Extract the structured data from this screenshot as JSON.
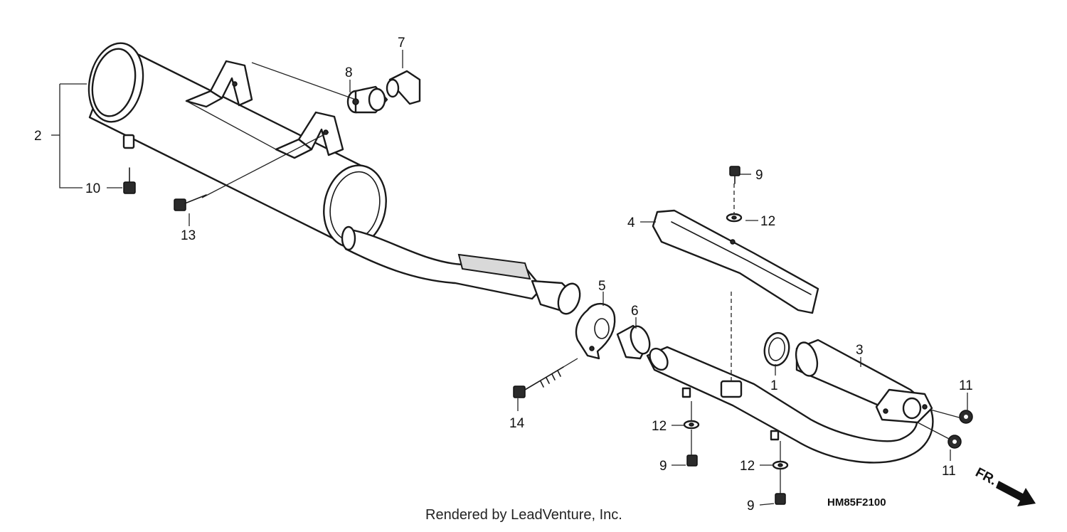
{
  "diagram": {
    "callouts": [
      {
        "id": "c1",
        "text": "1"
      },
      {
        "id": "c2",
        "text": "2"
      },
      {
        "id": "c3",
        "text": "3"
      },
      {
        "id": "c4",
        "text": "4"
      },
      {
        "id": "c5",
        "text": "5"
      },
      {
        "id": "c6",
        "text": "6"
      },
      {
        "id": "c7",
        "text": "7"
      },
      {
        "id": "c8",
        "text": "8"
      },
      {
        "id": "c9a",
        "text": "9"
      },
      {
        "id": "c9b",
        "text": "9"
      },
      {
        "id": "c9c",
        "text": "9"
      },
      {
        "id": "c10",
        "text": "10"
      },
      {
        "id": "c11a",
        "text": "11"
      },
      {
        "id": "c11b",
        "text": "11"
      },
      {
        "id": "c12a",
        "text": "12"
      },
      {
        "id": "c12b",
        "text": "12"
      },
      {
        "id": "c12c",
        "text": "12"
      },
      {
        "id": "c13",
        "text": "13"
      },
      {
        "id": "c14",
        "text": "14"
      }
    ],
    "diagram_code": "HM85F2100",
    "front_marker": "FR.",
    "credit": "Rendered by LeadVenture, Inc."
  }
}
